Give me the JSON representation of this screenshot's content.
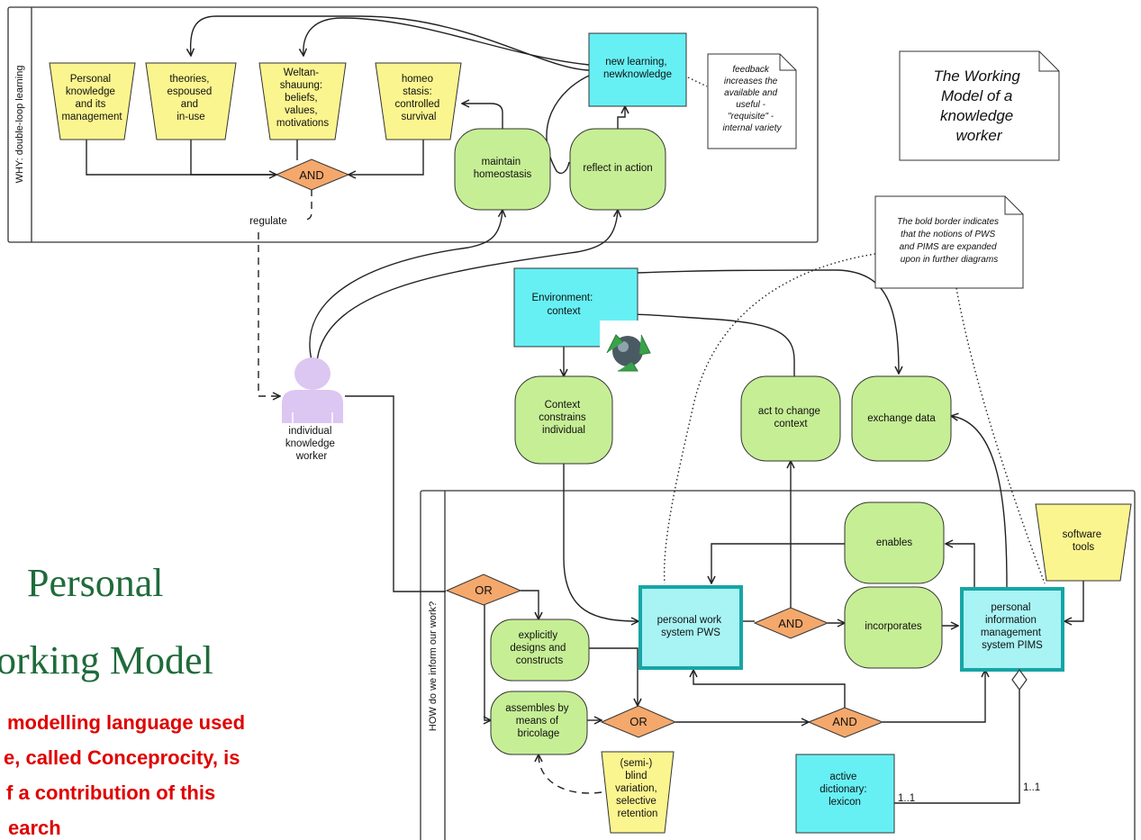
{
  "slide": {
    "title_line1": "Personal",
    "title_line2": "orking Model",
    "sub_line1": "modelling language used",
    "sub_line2": "e, called Conceprocity, is",
    "sub_line3": "f a contribution of this",
    "sub_line4": "earch"
  },
  "lanes": {
    "why": "WHY: double-loop learning",
    "how": "HOW do we inform our work?"
  },
  "why": {
    "personal_knowledge": [
      "Personal",
      "knowledge",
      "and its",
      "management"
    ],
    "theories": [
      "theories,",
      "espoused",
      "and",
      "in-use"
    ],
    "weltanschauung": [
      "Weltan-",
      "shauung:",
      "beliefs,",
      "values,",
      "motivations"
    ],
    "homeostasis_goal": [
      "homeo",
      "stasis:",
      "controlled",
      "survival"
    ],
    "and_gate": "AND",
    "maintain_homeostasis": [
      "maintain",
      "homeostasis"
    ],
    "reflect_in_action": "reflect in action",
    "new_learning": [
      "new learning,",
      "newknowledge"
    ],
    "regulate": "regulate"
  },
  "notes": {
    "feedback": [
      "feedback",
      "increases the",
      "available and",
      "useful -",
      "\"requisite\" -",
      "internal variety"
    ],
    "title": [
      "The Working",
      "Model of a",
      "knowledge",
      "worker"
    ],
    "bold_border": [
      "The bold border indicates",
      "that the notions of PWS",
      "and PIMS are expanded",
      "upon in further diagrams"
    ]
  },
  "middle": {
    "environment": [
      "Environment:",
      "context"
    ],
    "context_constrains": [
      "Context",
      "constrains",
      "individual"
    ],
    "act_to_change": [
      "act to change",
      "context"
    ],
    "exchange_data": "exchange data",
    "worker_label": [
      "individual",
      "knowledge",
      "worker"
    ]
  },
  "how": {
    "or_top": "OR",
    "explicitly": [
      "explicitly",
      "designs and",
      "constructs"
    ],
    "assembles": [
      "assembles by",
      "means of",
      "bricolage"
    ],
    "or_mid": "OR",
    "and_bottom": "AND",
    "blind_variation": [
      "(semi-)",
      "blind",
      "variation,",
      "selective",
      "retention"
    ],
    "pws": [
      "personal work",
      "system PWS"
    ],
    "and_mid": "AND",
    "incorporates": "incorporates",
    "enables": "enables",
    "pims": [
      "personal",
      "information",
      "management",
      "system PIMS"
    ],
    "software_tools": [
      "software",
      "tools"
    ],
    "active_dictionary": [
      "active",
      "dictionary:",
      "lexicon"
    ],
    "mult_left": "1..1",
    "mult_right": "1..1"
  },
  "colors": {
    "yellow": "#fbf58f",
    "green": "#c6ee95",
    "cyan": "#66f0f4",
    "orange": "#f5a86b",
    "worker": "#dcc6f2",
    "title_green": "#1f6b3a",
    "red": "#e00000"
  }
}
